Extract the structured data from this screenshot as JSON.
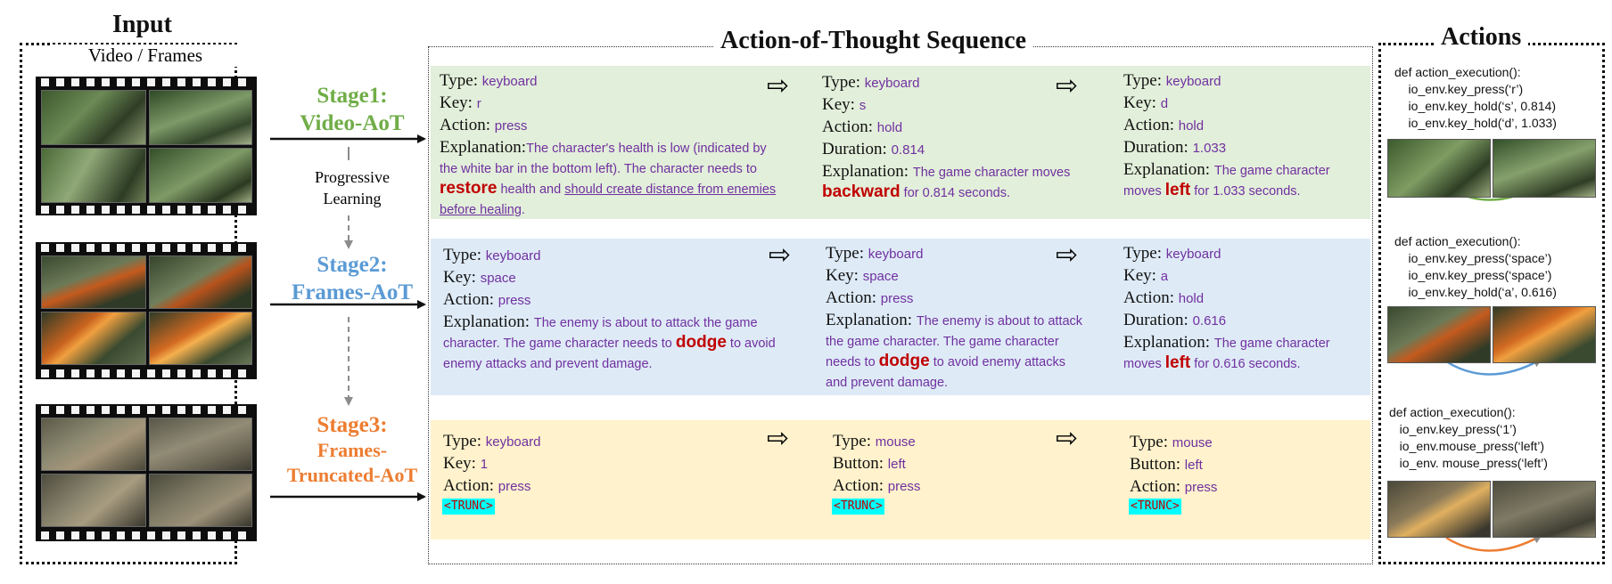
{
  "input": {
    "title": "Input",
    "subtitle": "Video / Frames"
  },
  "aot": {
    "title": "Action-of-Thought Sequence"
  },
  "actions": {
    "title": "Actions"
  },
  "stages": [
    {
      "label": "Stage1:",
      "sub": "Video-AoT",
      "color": "#70ad47"
    },
    {
      "label": "Stage2:",
      "sub": "Frames-AoT",
      "color": "#5b9bd5"
    },
    {
      "label": "Stage3:",
      "sub1": "Frames-",
      "sub2": "Truncated-AoT",
      "color": "#ed7d31"
    }
  ],
  "progressive": {
    "line1": "Progressive",
    "line2": "Learning"
  },
  "field_labels": {
    "type": "Type:",
    "key": "Key:",
    "action": "Action:",
    "duration": "Duration:",
    "explanation": "Explanation:",
    "button": "Button:"
  },
  "row1": {
    "c1": {
      "type": "keyboard",
      "key": "r",
      "action": "press",
      "expl_a": "The character's health is low (indicated by the white bar in the bottom left). The character needs to ",
      "expl_kw": "restore",
      "expl_b": " health and ",
      "expl_ul": "should create distance from enemies before healing",
      "expl_c": "."
    },
    "c2": {
      "type": "keyboard",
      "key": "s",
      "action": "hold",
      "duration": "0.814",
      "expl_a": "The game character moves ",
      "expl_kw": "backward",
      "expl_b": " for 0.814 seconds."
    },
    "c3": {
      "type": "keyboard",
      "key": "d",
      "action": "hold",
      "duration": "1.033",
      "expl_a": "The game character moves ",
      "expl_kw": "left",
      "expl_b": " for 1.033 seconds."
    }
  },
  "row2": {
    "c1": {
      "type": "keyboard",
      "key": "space",
      "action": "press",
      "expl_a": "The enemy is about to attack the game character. The game character needs to ",
      "expl_kw": "dodge",
      "expl_b": " to avoid enemy attacks and prevent damage."
    },
    "c2": {
      "type": "keyboard",
      "key": "space",
      "action": "press",
      "expl_a": "The enemy is about to attack the game character. The game character needs to ",
      "expl_kw": "dodge",
      "expl_b": " to avoid enemy attacks and prevent damage."
    },
    "c3": {
      "type": "keyboard",
      "key": "a",
      "action": "hold",
      "duration": "0.616",
      "expl_a": "The game character moves ",
      "expl_kw": "left",
      "expl_b": " for 0.616 seconds."
    }
  },
  "row3": {
    "c1": {
      "type": "keyboard",
      "key": "1",
      "action": "press",
      "trunc": "<TRUNC>"
    },
    "c2": {
      "type": "mouse",
      "button": "left",
      "action": "press",
      "trunc": "<TRUNC>"
    },
    "c3": {
      "type": "mouse",
      "button": "left",
      "action": "press",
      "trunc": "<TRUNC>"
    }
  },
  "code": {
    "c1": "def action_execution():\n    io_env.key_press(‘r’)\n    io_env.key_hold(‘s’, 0.814)\n    io_env.key_hold(‘d’, 1.033)",
    "c2": "def action_execution():\n    io_env.key_press(‘space’)\n    io_env.key_press(‘space’)\n    io_env.key_hold(‘a’, 0.616)",
    "c3": "def action_execution():\n   io_env.key_press(‘1’)\n   io_env.mouse_press(‘left’)\n   io_env. mouse_press(‘left’)"
  },
  "arrow_symbol": "⇨",
  "colors": {
    "stage1": "#70ad47",
    "stage2": "#5b9bd5",
    "stage3": "#ed7d31",
    "value": "#7030a0",
    "keyword": "#c00000",
    "green_bg": "#e2efda",
    "blue_bg": "#deebf7",
    "yellow_bg": "#fff2cc"
  }
}
